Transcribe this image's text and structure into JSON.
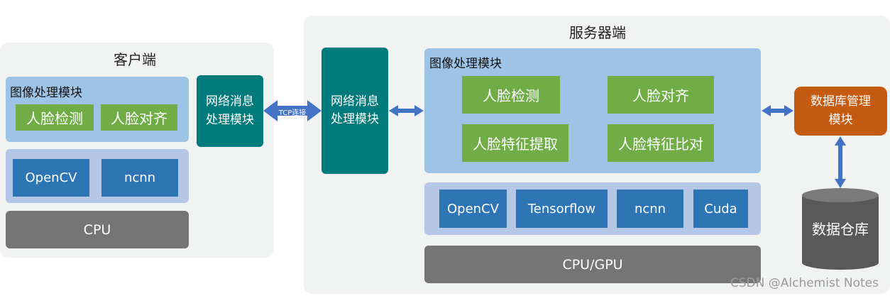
{
  "client": {
    "title": "客户端",
    "image_module": {
      "title": "图像处理模块",
      "items": [
        "人脸检测",
        "人脸对齐"
      ]
    },
    "libs": [
      "OpenCV",
      "ncnn"
    ],
    "hardware": "CPU",
    "network_module": [
      "网络消息",
      "处理模块"
    ]
  },
  "connection": {
    "label": "TCP连接"
  },
  "server": {
    "title": "服务器端",
    "network_module": [
      "网络消息",
      "处理模块"
    ],
    "image_module": {
      "title": "图像处理模块",
      "items": [
        "人脸检测",
        "人脸对齐",
        "人脸特征提取",
        "人脸特征比对"
      ]
    },
    "libs": [
      "OpenCV",
      "Tensorflow",
      "ncnn",
      "Cuda"
    ],
    "hardware": "CPU/GPU",
    "db_module": [
      "数据库管理",
      "模块"
    ],
    "warehouse": "数据仓库"
  },
  "watermark": "CSDN @Alchemist Notes",
  "colors": {
    "panel": "#f1f2f2",
    "module": "#9dc3e6",
    "green": "#70ad47",
    "lib_container": "#b4c7e7",
    "lib": "#2e75b6",
    "hardware": "#757575",
    "network": "#007b7b",
    "db": "#c55a11",
    "warehouse": "#595959",
    "arrow": "#4472c4"
  }
}
